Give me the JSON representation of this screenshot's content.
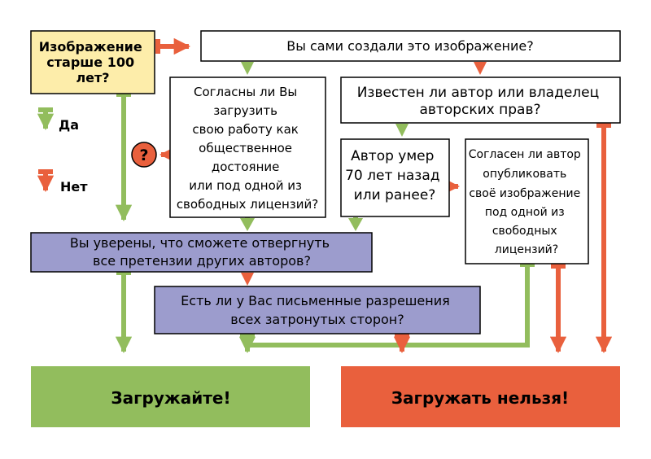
{
  "start": {
    "lines": [
      "Изображение",
      "старше 100",
      "лет?"
    ]
  },
  "legend": {
    "yes": "Да",
    "no": "Нет"
  },
  "questions": {
    "self_created": {
      "lines": [
        "Вы сами создали это изображение?"
      ]
    },
    "agree_license": {
      "lines": [
        "Согласны ли Вы",
        "загрузить",
        "свою работу как",
        "общественное",
        "достояние",
        "или под одной из",
        "свободных лицензий?"
      ]
    },
    "author_known": {
      "lines": [
        "Известен ли автор или владелец",
        "авторских прав?"
      ]
    },
    "author_died": {
      "lines": [
        "Автор умер",
        "70 лет назад",
        "или ранее?"
      ]
    },
    "author_agrees": {
      "lines": [
        "Согласен ли автор",
        "опубликовать",
        "своё изображение",
        "под одной из",
        "свободных",
        "лицензий?"
      ]
    },
    "sure_refute": {
      "lines": [
        "Вы уверены, что сможете отвергнуть",
        "все претензии других авторов?"
      ]
    },
    "written_permission": {
      "lines": [
        "Есть ли у Вас письменные разрешения",
        "всех затронутых сторон?"
      ]
    }
  },
  "unknown_marker": "?",
  "outcomes": {
    "upload": "Загружайте!",
    "no_upload": "Загружать нельзя!"
  },
  "colors": {
    "yes": "#92bd5d",
    "no": "#e9603d",
    "start_fill": "#fdedaa",
    "question_fill": "#ffffff",
    "claim_fill": "#9c9ccd",
    "upload_fill": "#92bd5d",
    "no_upload_fill": "#e9603d",
    "border": "#000000"
  }
}
